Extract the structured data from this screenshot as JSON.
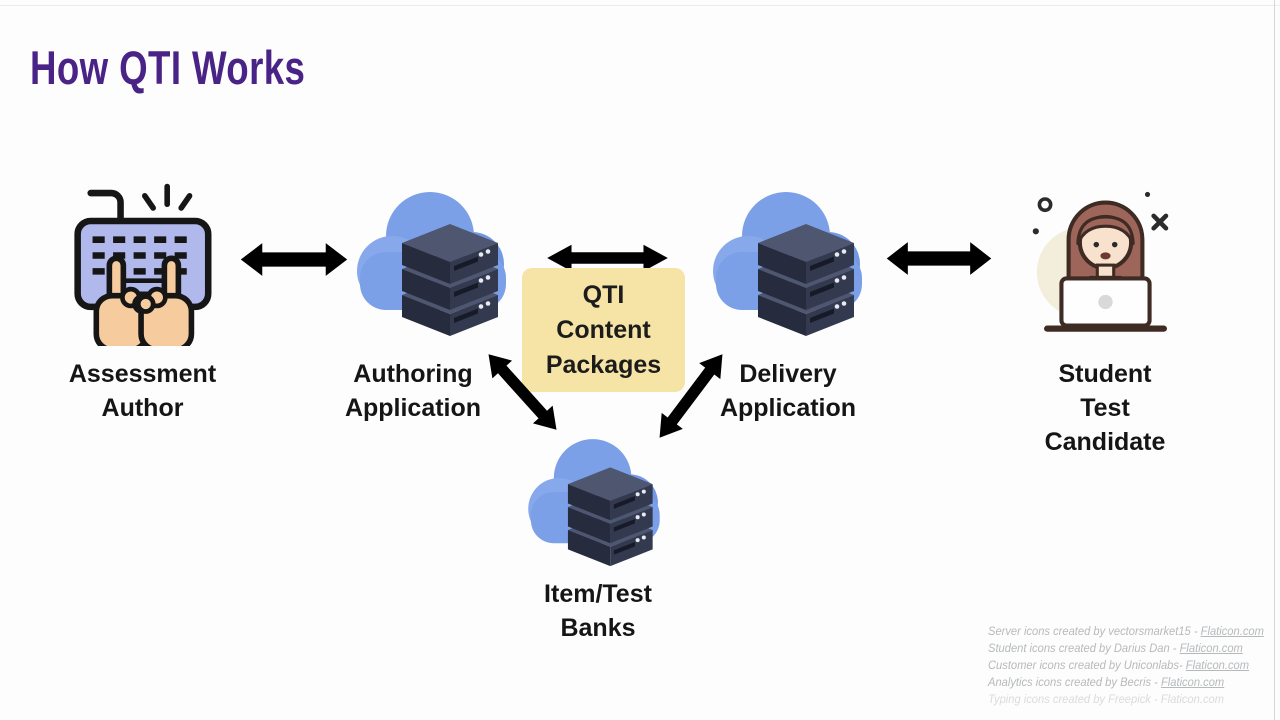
{
  "title": "How QTI Works",
  "nodes": {
    "assessment_author": {
      "lines": [
        "Assessment",
        "Author"
      ],
      "icon": "keyboard-typing-icon"
    },
    "authoring_application": {
      "lines": [
        "Authoring",
        "Application"
      ],
      "icon": "cloud-server-icon"
    },
    "qti_content_packages": {
      "lines": [
        "QTI",
        "Content",
        "Packages"
      ],
      "fill": "#F6E3A6"
    },
    "delivery_application": {
      "lines": [
        "Delivery",
        "Application"
      ],
      "icon": "cloud-server-icon"
    },
    "student_test_candidate": {
      "lines": [
        "Student",
        "Test",
        "Candidate"
      ],
      "icon": "student-laptop-icon"
    },
    "item_test_banks": {
      "lines": [
        "Item/Test",
        "Banks"
      ],
      "icon": "cloud-server-icon"
    }
  },
  "connections": [
    {
      "from": "assessment_author",
      "to": "authoring_application",
      "style": "green-double-arrow"
    },
    {
      "from": "authoring_application",
      "to": "qti_content_packages",
      "style": "blue-double-arrow"
    },
    {
      "from": "authoring_application",
      "to": "item_test_banks",
      "style": "blue-double-arrow"
    },
    {
      "from": "delivery_application",
      "to": "item_test_banks",
      "style": "blue-double-arrow"
    },
    {
      "from": "delivery_application",
      "to": "student_test_candidate",
      "style": "green-double-arrow"
    }
  ],
  "colors": {
    "title": "#4A2386",
    "arrow_green": "#8FC57E",
    "arrow_blue": "#5B7DD8",
    "qti_box": "#F6E3A6",
    "cloud": "#7CA0E7",
    "server_dark": "#2E3447",
    "label_text": "#151515",
    "attribution_text": "#B6B9BB"
  },
  "attribution": {
    "lines": [
      {
        "text": "Server icons created by vectorsmarket15 - ",
        "link": "Flaticon.com"
      },
      {
        "text": "Student icons created by Darius Dan - ",
        "link": "Flaticon.com"
      },
      {
        "text": "Customer icons created by Uniconlabs- ",
        "link": "Flaticon.com"
      },
      {
        "text": "Analytics icons created by Becris - ",
        "link": "Flaticon.com"
      },
      {
        "text": "Typing icons created by Freepick - ",
        "link": "Flaticon.com"
      }
    ]
  }
}
